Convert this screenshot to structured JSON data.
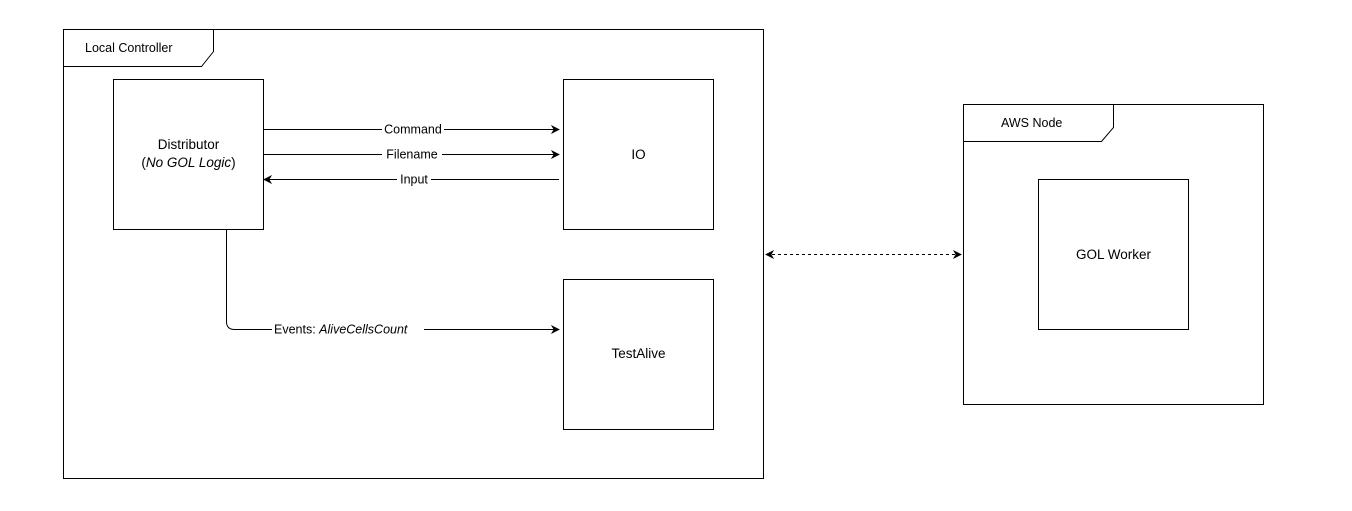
{
  "containers": {
    "local": {
      "title": "Local Controller"
    },
    "aws": {
      "title": "AWS Node"
    }
  },
  "boxes": {
    "distributor": {
      "label": "Distributor",
      "sublabel_prefix": "(",
      "sublabel_italic": "No GOL Logic",
      "sublabel_suffix": ")"
    },
    "io": {
      "label": "IO"
    },
    "testalive": {
      "label": "TestAlive"
    },
    "gol_worker": {
      "label": "GOL Worker"
    }
  },
  "edges": {
    "command": {
      "label": "Command"
    },
    "filename": {
      "label": "Filename"
    },
    "input": {
      "label": "Input"
    },
    "events": {
      "label_prefix": "Events: ",
      "label_italic": "AliveCellsCount"
    }
  },
  "colors": {
    "stroke": "#000000",
    "background": "#ffffff"
  }
}
